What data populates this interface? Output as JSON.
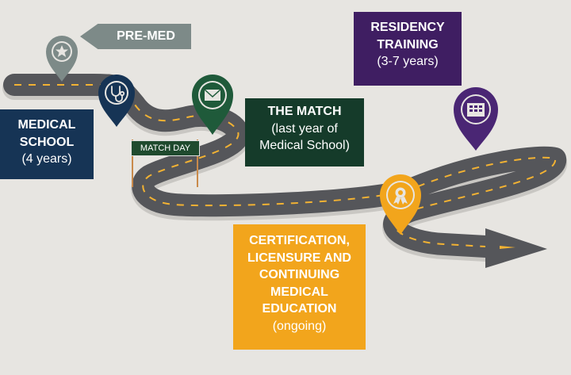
{
  "stages": {
    "premed": {
      "label": "PRE-MED"
    },
    "medical_school": {
      "title_line1": "MEDICAL",
      "title_line2": "SCHOOL",
      "duration": "(4 years)"
    },
    "the_match": {
      "title": "THE MATCH",
      "sub_line1": "(last year of",
      "sub_line2": "Medical School)"
    },
    "residency": {
      "title_line1": "RESIDENCY",
      "title_line2": "TRAINING",
      "duration": "(3-7 years)"
    },
    "certification": {
      "lines": [
        "CERTIFICATION,",
        "LICENSURE AND",
        "CONTINUING",
        "MEDICAL",
        "EDUCATION"
      ],
      "duration": "(ongoing)"
    }
  },
  "sign": {
    "label": "MATCH DAY"
  },
  "colors": {
    "premed": "#7d8a88",
    "medical_school": "#163455",
    "the_match": "#153b2a",
    "residency": "#3f1e62",
    "certification": "#f2a51c",
    "road": "#55565a",
    "road_dash": "#f2b233",
    "background": "#e7e5e1"
  },
  "icons": {
    "premed": "star-icon",
    "medical_school": "stethoscope-icon",
    "the_match": "envelope-icon",
    "residency": "building-icon",
    "certification": "award-icon"
  }
}
